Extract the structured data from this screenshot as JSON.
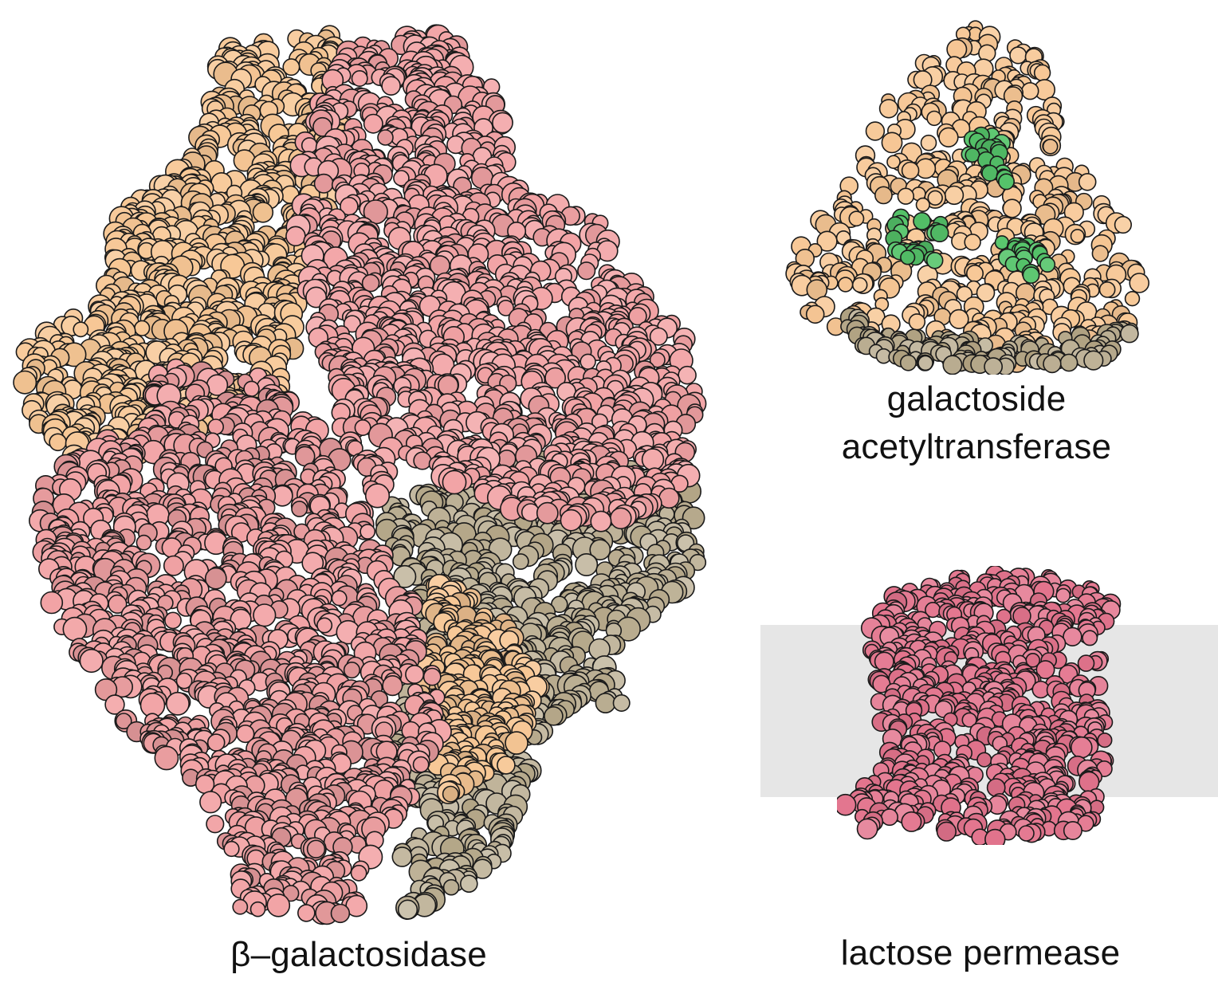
{
  "labels": {
    "beta_galactosidase": "β–galactosidase",
    "acetyltransferase_line1": "galactoside",
    "acetyltransferase_line2": "acetyltransferase",
    "lactose_permease": "lactose permease"
  },
  "colors": {
    "background": "#ffffff",
    "tan_subunit": "#f7c795",
    "tan_shadow": "#9c8a62",
    "pink_subunit": "#f2a3a5",
    "permease": "#e3748d",
    "ligand_green": "#55c46a",
    "membrane_band": "#e6e6e6",
    "outline": "#111111"
  }
}
